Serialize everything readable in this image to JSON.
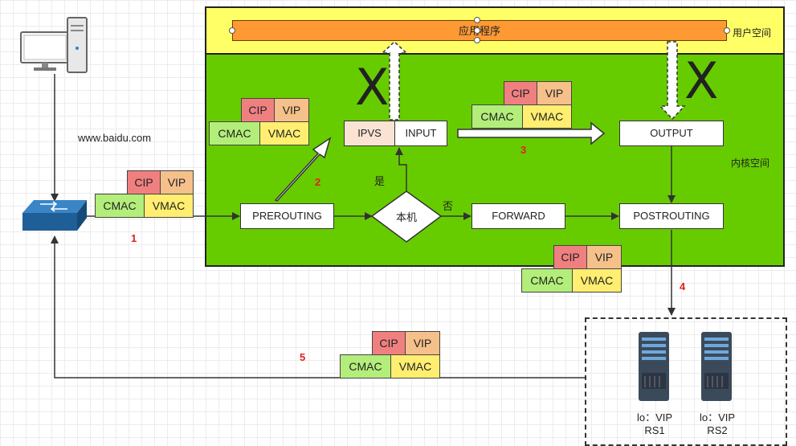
{
  "regions": {
    "user_space": "用户空间",
    "kernel_space": "内核空间"
  },
  "app_bar": "应用程序",
  "nodes": {
    "prerouting": "PREROUTING",
    "ipvs": "IPVS",
    "input": "INPUT",
    "local_decision": "本机",
    "yes": "是",
    "no": "否",
    "forward": "FORWARD",
    "output": "OUTPUT",
    "postrouting": "POSTROUTING"
  },
  "client_label": "www.baidu.com",
  "packet": {
    "cip": "CIP",
    "vip": "VIP",
    "cmac": "CMAC",
    "vmac": "VMAC"
  },
  "steps": [
    "1",
    "2",
    "3",
    "4",
    "5"
  ],
  "blocked_mark": "X",
  "servers": [
    {
      "lo": "lo：VIP",
      "name": "RS1"
    },
    {
      "lo": "lo：VIP",
      "name": "RS2"
    }
  ]
}
